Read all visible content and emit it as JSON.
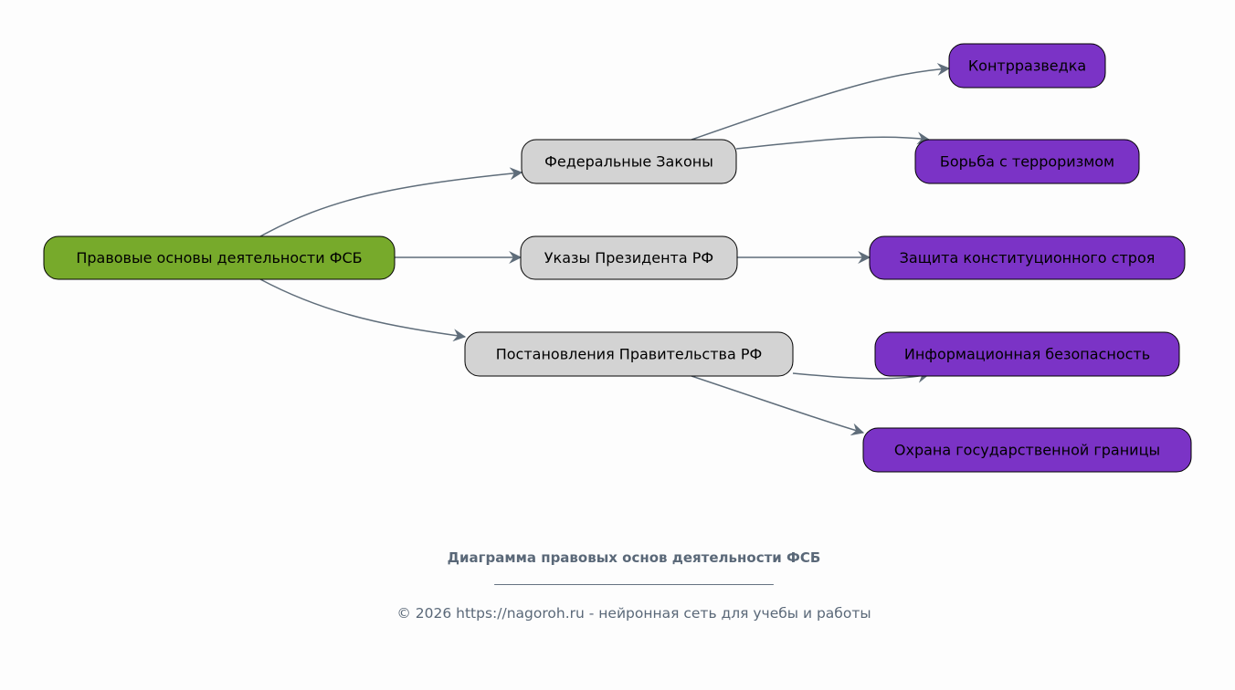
{
  "colors": {
    "root": "#77aa2b",
    "level1": "#d3d3d3",
    "level2": "#7b33c6",
    "edge": "#5f6d7a",
    "caption": "#5a6878"
  },
  "nodes": {
    "root": "Правовые основы деятельности ФСБ",
    "federal_laws": "Федеральные Законы",
    "decrees": "Указы Президента РФ",
    "resolutions": "Постановления Правительства РФ",
    "counterintelligence": "Контрразведка",
    "antiterror": "Борьба с терроризмом",
    "constitution": "Защита конституционного строя",
    "infosec": "Информационная безопасность",
    "border": "Охрана государственной границы"
  },
  "caption": {
    "title": "Диаграмма правовых основ деятельности ФСБ",
    "divider": "_______________________________________________",
    "footer": "© 2026 https://nagoroh.ru - нейронная сеть для учебы и работы"
  }
}
